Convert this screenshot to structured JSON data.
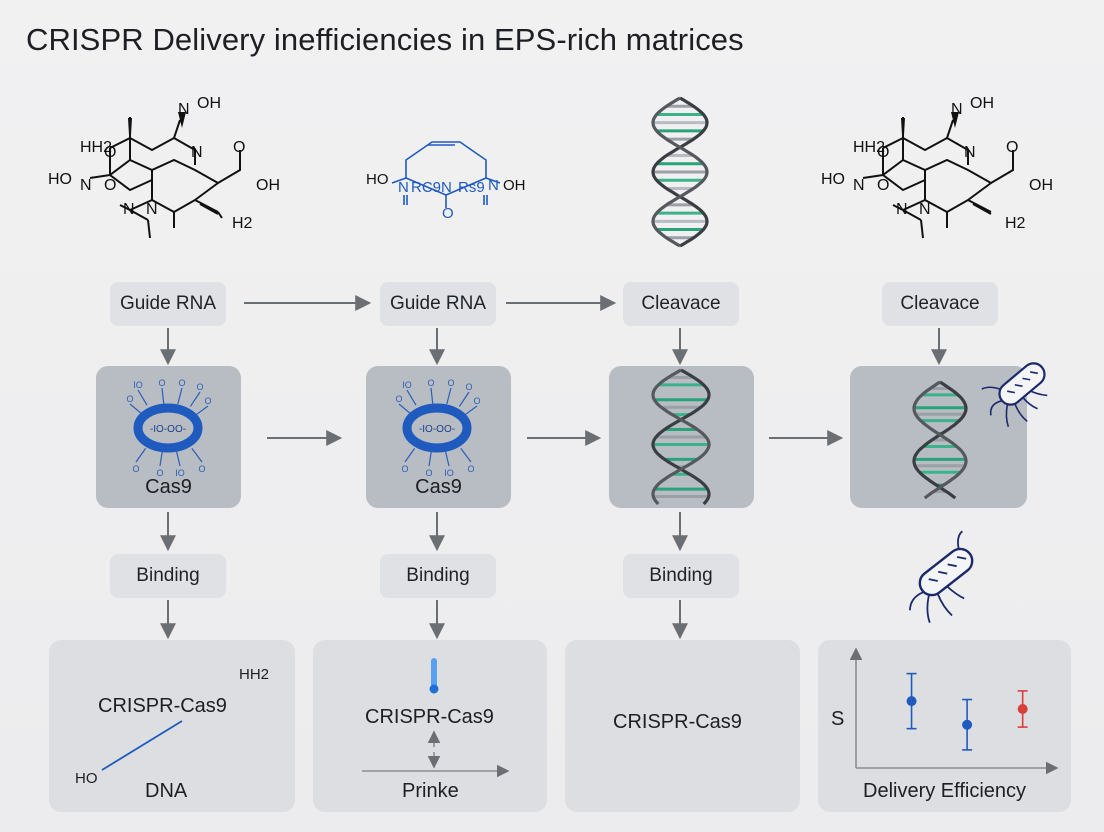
{
  "title": "CRISPR Delivery inefficiencies in EPS-rich matrices",
  "colors": {
    "background": "#ececee",
    "pill": "#dfe1e4",
    "card": "#b8bcc3",
    "box": "#dcdee1",
    "arrow": "#6b6e73",
    "accent_blue": "#1f5bbf",
    "dna_green": "#2aa37a",
    "error_red": "#d9403a"
  },
  "molecules": {
    "mol1": {
      "labels": [
        "N",
        "OH",
        "HH2",
        "O",
        "N",
        "O",
        "OH",
        "HO",
        "N",
        "O",
        "N",
        "N",
        "H2"
      ]
    },
    "mol2": {
      "labels": [
        "HO",
        "N",
        "RC9",
        "N",
        "Rs9",
        "N",
        "OH",
        "O"
      ]
    },
    "mol4": {
      "labels": [
        "N",
        "OH",
        "HH2",
        "O",
        "N",
        "O",
        "OH",
        "HO",
        "N",
        "O",
        "N",
        "N",
        "H2"
      ]
    }
  },
  "pills": {
    "row1": [
      "Guide RNA",
      "Guide RNA",
      "Cleavace",
      "Cleavace"
    ],
    "row2": [
      "Binding",
      "Binding",
      "Binding"
    ]
  },
  "cards": [
    {
      "label": "Cas9",
      "icon": "cas9-complex-icon",
      "bead_text": "-IO-OO-",
      "ring_labels": [
        "IO",
        "O",
        "O",
        "O",
        "O",
        "O",
        "O",
        "O"
      ]
    },
    {
      "label": "Cas9",
      "icon": "cas9-complex-icon",
      "bead_text": "-IO-OO-",
      "ring_labels": [
        "IO",
        "O",
        "O",
        "O",
        "O",
        "O",
        "O",
        "O"
      ]
    },
    {
      "label": "",
      "icon": "dna-helix-icon"
    },
    {
      "label": "",
      "icon": "dna-helix-icon"
    }
  ],
  "boxes": {
    "box1": {
      "main": "CRISPR-Cas9",
      "sub": "DNA",
      "corner_top": "HH2",
      "corner_bottom": "HO"
    },
    "box2": {
      "main": "CRISPR-Cas9",
      "sub": "Prinke"
    },
    "box3": {
      "main": "CRISPR-Cas9"
    },
    "box4": {
      "ylabel": "S",
      "xlabel": "Delivery Efficiency",
      "chart_data": {
        "type": "scatter",
        "title": "",
        "xlabel": "Delivery Efficiency",
        "ylabel": "S",
        "series": [
          {
            "values": [
              {
                "x": 1,
                "y": 0.55,
                "err": 0.35,
                "color": "#1f5bbf"
              }
            ]
          },
          {
            "values": [
              {
                "x": 2,
                "y": 0.25,
                "err": 0.32,
                "color": "#1f5bbf"
              }
            ]
          },
          {
            "values": [
              {
                "x": 3,
                "y": 0.45,
                "err": 0.23,
                "color": "#d9403a"
              }
            ]
          }
        ],
        "xlim": [
          0,
          3.6
        ],
        "ylim": [
          -0.3,
          1.2
        ],
        "grid": false
      }
    }
  },
  "icons": [
    "arrow-right-icon",
    "arrow-down-icon",
    "bacterium-icon",
    "dna-helix-icon",
    "cas9-complex-icon"
  ]
}
